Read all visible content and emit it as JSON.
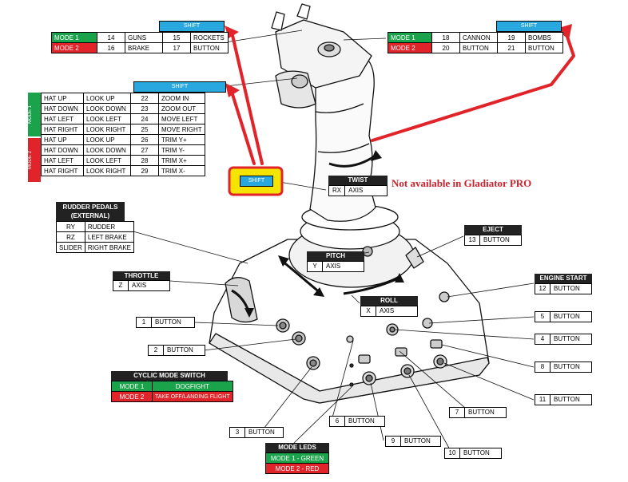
{
  "table_top_left": {
    "shift": "SHIFT",
    "rows": [
      {
        "mode": "MODE 1",
        "n1": "14",
        "a1": "GUNS",
        "n2": "15",
        "a2": "ROCKETS",
        "color": "#1aa34a"
      },
      {
        "mode": "MODE 2",
        "n1": "16",
        "a1": "BRAKE",
        "n2": "17",
        "a2": "BUTTON",
        "color": "#e0242a"
      }
    ]
  },
  "table_top_right": {
    "shift": "SHIFT",
    "rows": [
      {
        "mode": "MODE 1",
        "n1": "18",
        "a1": "CANNON",
        "n2": "19",
        "a2": "BOMBS"
      },
      {
        "mode": "MODE 2",
        "n1": "20",
        "a1": "BUTTON",
        "n2": "21",
        "a2": "BUTTON"
      }
    ]
  },
  "table_hat": {
    "shift": "SHIFT",
    "mode1_label": "MODE 1",
    "mode2_label": "MODE 2",
    "mode1_rows": [
      {
        "dir": "HAT UP",
        "act": "LOOK UP",
        "n": "22",
        "shift": "ZOOM IN"
      },
      {
        "dir": "HAT DOWN",
        "act": "LOOK DOWN",
        "n": "23",
        "shift": "ZOOM OUT"
      },
      {
        "dir": "HAT LEFT",
        "act": "LOOK LEFT",
        "n": "24",
        "shift": "MOVE LEFT"
      },
      {
        "dir": "HAT RIGHT",
        "act": "LOOK RIGHT",
        "n": "25",
        "shift": "MOVE RIGHT"
      }
    ],
    "mode2_rows": [
      {
        "dir": "HAT UP",
        "act": "LOOK UP",
        "n": "26",
        "shift": "TRIM Y+"
      },
      {
        "dir": "HAT DOWN",
        "act": "LOOK DOWN",
        "n": "27",
        "shift": "TRIM Y-"
      },
      {
        "dir": "HAT LEFT",
        "act": "LOOK LEFT",
        "n": "28",
        "shift": "TRIM X+"
      },
      {
        "dir": "HAT RIGHT",
        "act": "LOOK RIGHT",
        "n": "29",
        "shift": "TRIM X-"
      }
    ]
  },
  "shift_button": "SHIFT",
  "twist": {
    "title": "TWIST",
    "code": "RX",
    "func": "AXIS"
  },
  "not_available": "Not available in Gladiator PRO",
  "rudder": {
    "title_line1": "RUDDER PEDALS",
    "title_line2": "(EXTERNAL)",
    "rows": [
      {
        "code": "RY",
        "func": "RUDDER"
      },
      {
        "code": "RZ",
        "func": "LEFT BRAKE"
      },
      {
        "code": "SLIDER",
        "func": "RIGHT BRAKE"
      }
    ]
  },
  "eject": {
    "title": "EJECT",
    "num": "13",
    "func": "BUTTON"
  },
  "pitch": {
    "title": "PITCH",
    "code": "Y",
    "func": "AXIS"
  },
  "throttle": {
    "title": "THROTTLE",
    "code": "Z",
    "func": "AXIS"
  },
  "engine_start": {
    "title": "ENGINE START",
    "num": "12",
    "func": "BUTTON"
  },
  "roll": {
    "title": "ROLL",
    "code": "X",
    "func": "AXIS"
  },
  "buttons": {
    "b1": {
      "num": "1",
      "func": "BUTTON"
    },
    "b2": {
      "num": "2",
      "func": "BUTTON"
    },
    "b3": {
      "num": "3",
      "func": "BUTTON"
    },
    "b4": {
      "num": "4",
      "func": "BUTTON"
    },
    "b5": {
      "num": "5",
      "func": "BUTTON"
    },
    "b6": {
      "num": "6",
      "func": "BUTTON"
    },
    "b7": {
      "num": "7",
      "func": "BUTTON"
    },
    "b8": {
      "num": "8",
      "func": "BUTTON"
    },
    "b9": {
      "num": "9",
      "func": "BUTTON"
    },
    "b10": {
      "num": "10",
      "func": "BUTTON"
    },
    "b11": {
      "num": "11",
      "func": "BUTTON"
    }
  },
  "cyclic": {
    "title": "CYCLIC MODE SWITCH",
    "rows": [
      {
        "mode": "MODE 1",
        "desc": "DOGFIGHT"
      },
      {
        "mode": "MODE 2",
        "desc": "TAKE OFF/LANDING FLIGHT"
      }
    ]
  },
  "mode_leds": {
    "title": "MODE LEDS",
    "rows": [
      "MODE 1 - GREEN",
      "MODE 2 - RED"
    ]
  },
  "colors": {
    "mode1": "#1aa34a",
    "mode2": "#e0242a",
    "shift": "#29a8e0",
    "highlight": "#f5e400",
    "arrow": "#e0242a"
  }
}
